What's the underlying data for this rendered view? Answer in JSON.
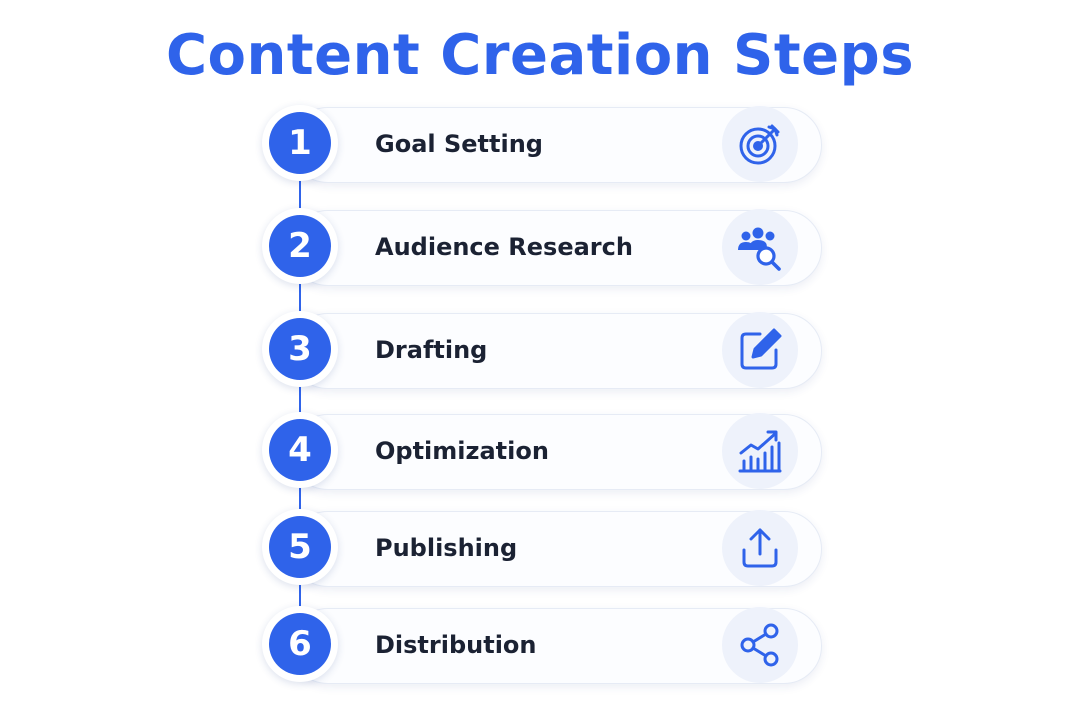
{
  "title": "Content Creation Steps",
  "accent_color": "#2f63ea",
  "steps": [
    {
      "number": "1",
      "label": "Goal Setting",
      "icon": "target-icon"
    },
    {
      "number": "2",
      "label": "Audience Research",
      "icon": "audience-search-icon"
    },
    {
      "number": "3",
      "label": "Drafting",
      "icon": "edit-icon"
    },
    {
      "number": "4",
      "label": "Optimization",
      "icon": "growth-chart-icon"
    },
    {
      "number": "5",
      "label": "Publishing",
      "icon": "upload-icon"
    },
    {
      "number": "6",
      "label": "Distribution",
      "icon": "share-icon"
    }
  ]
}
